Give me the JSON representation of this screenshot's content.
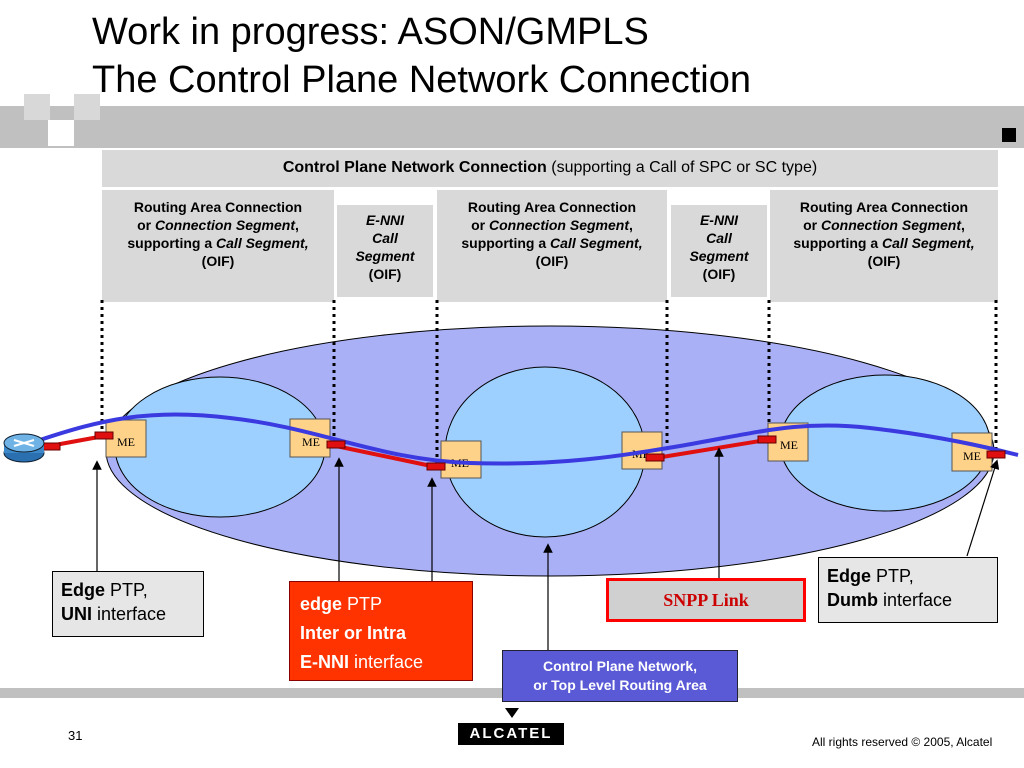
{
  "slide": {
    "title_line1": "Work in progress: ASON/GMPLS",
    "title_line2": "The Control Plane Network Connection",
    "page_number": "31",
    "copyright": "All rights reserved © 2005, Alcatel",
    "logo_text": "ALCATEL"
  },
  "header": {
    "cpnc_bold": "Control Plane Network Connection",
    "cpnc_rest": "(supporting a Call of SPC or SC type)"
  },
  "segments": {
    "rac": {
      "line1": "Routing Area Connection",
      "or": "or",
      "conn_seg": "Connection Segment",
      "comma": ",",
      "supporting": "supporting a",
      "call_seg": "Call Segment,",
      "oif": "(OIF)"
    },
    "enni": {
      "line1": "E-NNI",
      "line2": "Call",
      "line3": "Segment",
      "line4": "(OIF)"
    }
  },
  "nodes": {
    "me_label": "ME"
  },
  "labels": {
    "edge_left_bold": "Edge",
    "edge_left_ptp": "PTP,",
    "edge_left_uni": "UNI",
    "edge_left_interface": "interface",
    "edge_mid_edge": "edge",
    "edge_mid_ptp": "PTP",
    "edge_mid_line2": "Inter or Intra",
    "edge_mid_enni": "E-NNI",
    "edge_mid_interface": "interface",
    "snpp": "SNPP Link",
    "cpn_line1": "Control Plane Network,",
    "cpn_line2": "or Top Level Routing Area",
    "edge_right_bold": "Edge",
    "edge_right_ptp": "PTP,",
    "edge_right_dumb": "Dumb",
    "edge_right_interface": "interface"
  },
  "colors": {
    "big_ellipse": "#aab0f5",
    "domain_ellipse": "#9ed0ff",
    "blue_line": "#3a3ae0",
    "red_line": "#e01010",
    "me_fill": "#ffd28a",
    "edge_mid_bg": "#ff3300",
    "cpn_bg": "#5a5ad6",
    "snpp_border": "#ff0000"
  }
}
